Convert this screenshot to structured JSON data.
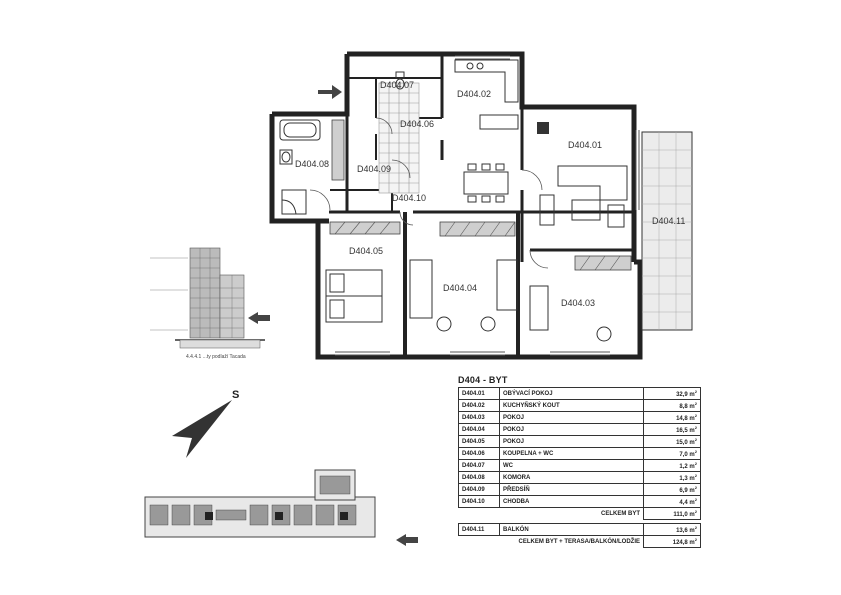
{
  "rooms": {
    "r01": "D404.01",
    "r02": "D404.02",
    "r03": "D404.03",
    "r04": "D404.04",
    "r05": "D404.05",
    "r06": "D404.06",
    "r07": "D404.07",
    "r08": "D404.08",
    "r09": "D404.09",
    "r10": "D404.10",
    "r11": "D404.11"
  },
  "building_section": {
    "caption": "4.4.4.1 ...ty podlaží Tacada"
  },
  "compass": {
    "label": "S"
  },
  "table": {
    "title": "D404 - BYT",
    "unit": "m",
    "rows": [
      {
        "code": "D404.01",
        "name": "OBÝVACÍ POKOJ",
        "area": "32,9"
      },
      {
        "code": "D404.02",
        "name": "KUCHYŇSKÝ KOUT",
        "area": "8,8"
      },
      {
        "code": "D404.03",
        "name": "POKOJ",
        "area": "14,8"
      },
      {
        "code": "D404.04",
        "name": "POKOJ",
        "area": "16,5"
      },
      {
        "code": "D404.05",
        "name": "POKOJ",
        "area": "15,0"
      },
      {
        "code": "D404.06",
        "name": "KOUPELNA + WC",
        "area": "7,0"
      },
      {
        "code": "D404.07",
        "name": "WC",
        "area": "1,2"
      },
      {
        "code": "D404.08",
        "name": "KOMORA",
        "area": "1,3"
      },
      {
        "code": "D404.09",
        "name": "PŘEDSÍŇ",
        "area": "6,9"
      },
      {
        "code": "D404.10",
        "name": "CHODBA",
        "area": "4,4"
      }
    ],
    "subtotal_label": "CELKEM BYT",
    "subtotal_area": "111,0",
    "balcony": {
      "code": "D404.11",
      "name": "BALKÓN",
      "area": "13,6"
    },
    "total_label": "CELKEM BYT + TERASA/BALKÓN/LODŽIE",
    "total_area": "124,8"
  }
}
